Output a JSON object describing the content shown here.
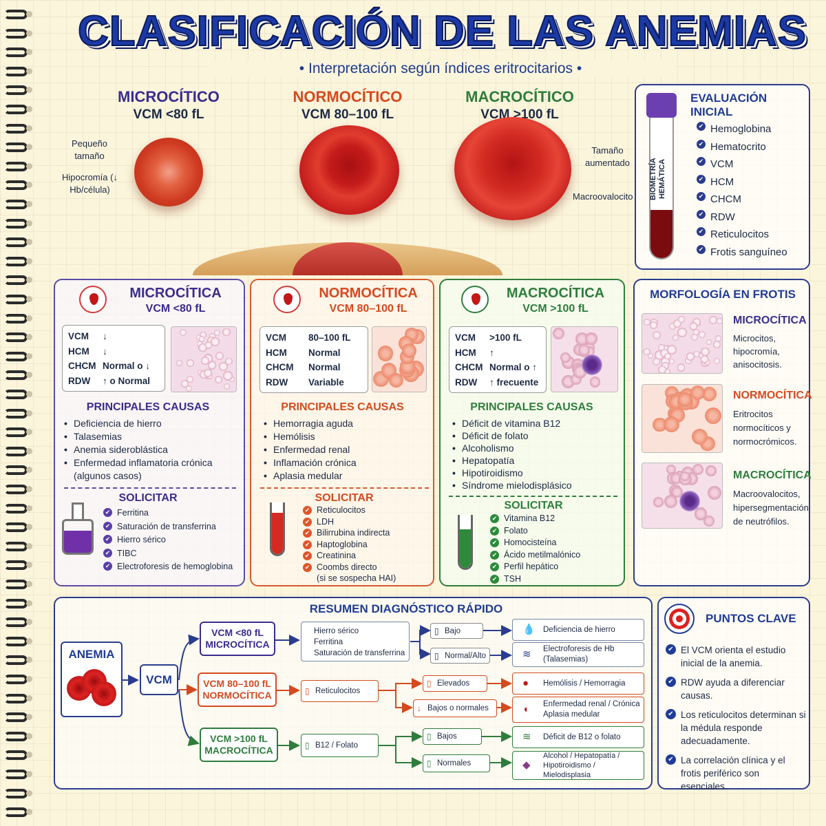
{
  "title": "CLASIFICACIÓN DE LAS ANEMIAS",
  "subtitle": "• Interpretación según índices eritrocitarios •",
  "top_types": [
    {
      "name": "MICROCÍTICO",
      "vcm": "VCM <80 fL",
      "color": "#3a2c8f"
    },
    {
      "name": "NORMOCÍTICO",
      "vcm": "VCM 80–100 fL",
      "color": "#d44a1e"
    },
    {
      "name": "MACROCÍTICO",
      "vcm": "VCM >100 fL",
      "color": "#2e7d3c"
    }
  ],
  "cell_labels": {
    "small_size": "Pequeño tamaño",
    "hypochromia": "Hipocromía (↓ Hb/célula)",
    "increased_size": "Tamaño aumentado",
    "macroovalocyte": "Macroovalocito"
  },
  "eval": {
    "title": "EVALUACIÓN INICIAL",
    "tube_label": "BIOMETRÍA HEMÁTICA",
    "items": [
      "Hemoglobina",
      "Hematocrito",
      "VCM",
      "HCM",
      "CHCM",
      "RDW",
      "Reticulocitos",
      "Frotis sanguíneo"
    ]
  },
  "panels": [
    {
      "title": "MICROCÍTICA",
      "vcm": "VCM <80 fL",
      "indices": [
        [
          "VCM",
          "↓"
        ],
        [
          "HCM",
          "↓"
        ],
        [
          "CHCM",
          "Normal o ↓"
        ],
        [
          "RDW",
          "↑ o Normal"
        ]
      ],
      "causes_title": "PRINCIPALES CAUSAS",
      "causes": [
        "Deficiencia de hierro",
        "Talasemias",
        "Anemia sideroblástica",
        "Enfermedad inflamatoria crónica (algunos casos)"
      ],
      "request_title": "SOLICITAR",
      "requests": [
        "Ferritina",
        "Saturación de transferrina",
        "Hierro sérico",
        "TIBC",
        "Electroforesis de hemoglobina"
      ]
    },
    {
      "title": "NORMOCÍTICA",
      "vcm": "VCM 80–100 fL",
      "indices": [
        [
          "VCM",
          "80–100 fL"
        ],
        [
          "HCM",
          "Normal"
        ],
        [
          "CHCM",
          "Normal"
        ],
        [
          "RDW",
          "Variable"
        ]
      ],
      "causes_title": "PRINCIPALES CAUSAS",
      "causes": [
        "Hemorragia aguda",
        "Hemólisis",
        "Enfermedad renal",
        "Inflamación crónica",
        "Aplasia medular"
      ],
      "request_title": "SOLICITAR",
      "requests": [
        "Reticulocitos",
        "LDH",
        "Bilirrubina indirecta",
        "Haptoglobina",
        "Creatinina",
        "Coombs directo",
        "(si se sospecha HAI)"
      ]
    },
    {
      "title": "MACROCÍTICA",
      "vcm": "VCM >100 fL",
      "indices": [
        [
          "VCM",
          ">100 fL"
        ],
        [
          "HCM",
          "↑"
        ],
        [
          "CHCM",
          "Normal o ↑"
        ],
        [
          "RDW",
          "↑ frecuente"
        ]
      ],
      "causes_title": "PRINCIPALES CAUSAS",
      "causes": [
        "Déficit de vitamina B12",
        "Déficit de folato",
        "Alcoholismo",
        "Hepatopatía",
        "Hipotiroidismo",
        "Síndrome mielodisplásico"
      ],
      "request_title": "SOLICITAR",
      "requests": [
        "Vitamina B12",
        "Folato",
        "Homocisteína",
        "Ácido metilmalónico",
        "Perfil hepático",
        "TSH"
      ]
    }
  ],
  "morph": {
    "title": "MORFOLOGÍA EN FROTIS",
    "items": [
      {
        "name": "MICROCÍTICA",
        "desc": "Microcitos, hipocromía, anisocitosis."
      },
      {
        "name": "NORMOCÍTICA",
        "desc": "Eritrocitos normocíticos y normocrómicos."
      },
      {
        "name": "MACROCÍTICA",
        "desc": "Macroovalocitos, hipersegmentación de neutrófilos."
      }
    ]
  },
  "summary": {
    "title": "RESUMEN DIAGNÓSTICO RÁPIDO",
    "anemia": "ANEMIA",
    "vcm": "VCM",
    "branches": [
      {
        "label": "VCM <80 fL MICROCÍTICA",
        "tests": [
          "Hierro sérico",
          "Ferritina",
          "Saturación de transferrina"
        ]
      },
      {
        "label": "VCM 80–100 fL NORMOCÍTICA",
        "tests": [
          "Reticulocitos"
        ]
      },
      {
        "label": "VCM >100 fL MACROCÍTICA",
        "tests": [
          "B12 / Folato"
        ]
      }
    ],
    "results": [
      "Bajo",
      "Normal/Alto",
      "Elevados",
      "Bajos o normales",
      "Bajos",
      "Normales"
    ],
    "dx": [
      "Deficiencia de hierro",
      "Electroforesis de Hb (Talasemias)",
      "Hemólisis / Hemorragia",
      "Enfermedad renal / Crónica Aplasia medular",
      "Déficit de B12 o folato",
      "Alcohol / Hepatopatía / Hipotiroidismo / Mielodisplasia"
    ]
  },
  "key_points": {
    "title": "PUNTOS CLAVE",
    "items": [
      "El VCM orienta el estudio inicial de la anemia.",
      "RDW ayuda a diferenciar causas.",
      "Los reticulocitos determinan si la médula responde adecuadamente.",
      "La correlación clínica y el frotis periférico son esenciales."
    ]
  }
}
